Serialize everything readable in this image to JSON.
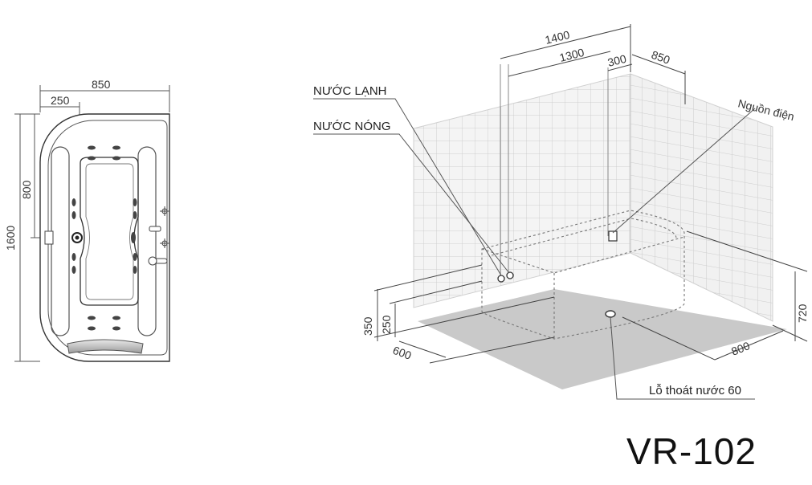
{
  "plan": {
    "width": "850",
    "offset": "250",
    "length": "1600",
    "center_distance": "800"
  },
  "room": {
    "dim_1400": "1400",
    "dim_1300": "1300",
    "dim_300": "300",
    "dim_850": "850",
    "dim_350": "350",
    "dim_250": "250",
    "dim_600": "600",
    "dim_720": "720",
    "dim_800": "800"
  },
  "labels": {
    "cold_water": "NƯỚC LẠNH",
    "hot_water": "NƯỚC NÓNG",
    "power": "Nguồn điện",
    "drain": "Lỗ thoát nước  60"
  },
  "model": "VR-102"
}
